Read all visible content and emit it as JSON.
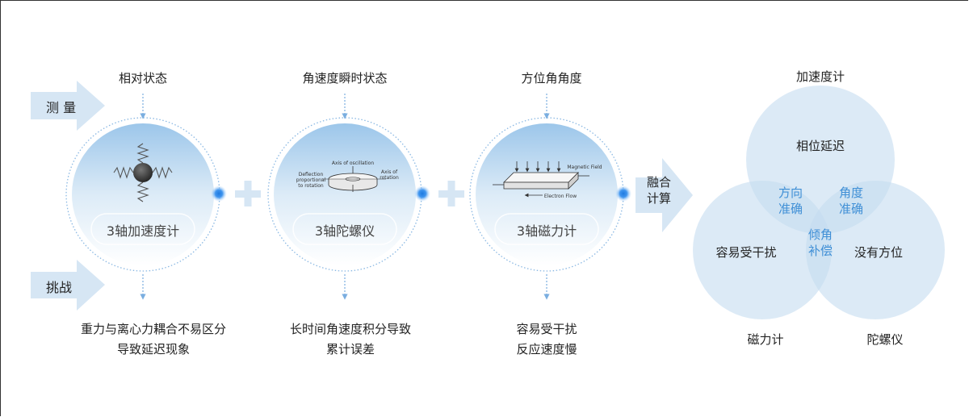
{
  "rows": {
    "measure": "测 量",
    "challenge": "挑战"
  },
  "sensors": [
    {
      "name": "3轴加速度计",
      "measures": "相对状态",
      "challenge": "重力与离心力耦合不易区分\n导致延迟现象",
      "icon": "spring-mass-icon"
    },
    {
      "name": "3轴陀螺仪",
      "measures": "角速度瞬时状态",
      "challenge": "长时间角速度积分导致\n累计误差",
      "icon": "gyro-disc-icon",
      "diagram": {
        "axis_osc": "Axis of oscillation",
        "deflection": [
          "Deflection",
          "proportional",
          "to rotation"
        ],
        "axis_rot": [
          "Axis of",
          "rotation"
        ]
      }
    },
    {
      "name": "3轴磁力计",
      "measures": "方位角角度",
      "challenge": "容易受干扰\n反应速度慢",
      "icon": "magnet-plate-icon",
      "diagram": {
        "field": "Magnetic Field",
        "flow": "Electron Flow"
      }
    }
  ],
  "fusion": {
    "label": "融合\n计算"
  },
  "venn": {
    "top_title": "加速度计",
    "left_title": "磁力计",
    "right_title": "陀螺仪",
    "top_text": "相位延迟",
    "left_text": "容易受干扰",
    "right_text": "没有方位",
    "top_left": "方向\n准确",
    "top_right": "角度\n准确",
    "center": "倾角\n补偿"
  },
  "colors": {
    "arrow": "#d6e6f4",
    "circle_top": "#c2dbf0",
    "accent_dot": "#1f7ae0",
    "venn_text_accent": "#3f8fd6"
  }
}
